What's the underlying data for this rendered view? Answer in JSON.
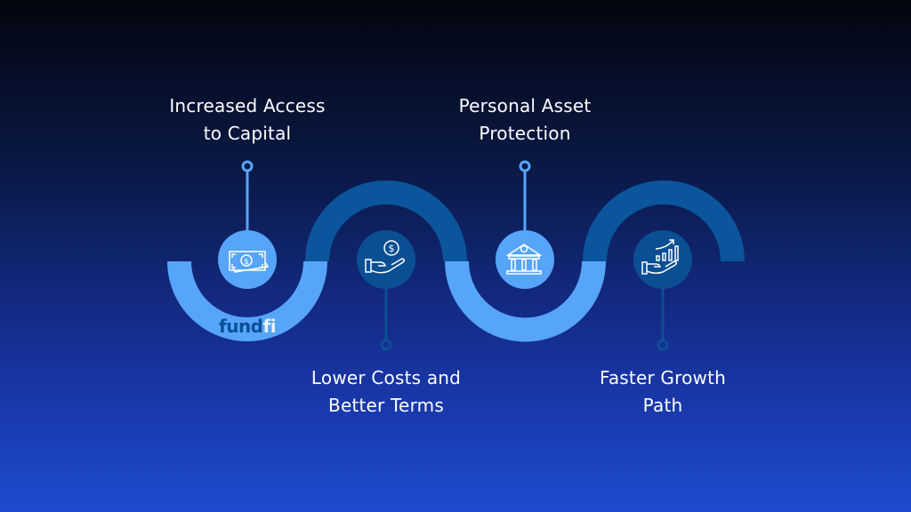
{
  "steps": [
    {
      "label_line1": "Increased Access",
      "label_line2": "to Capital",
      "icon": "money-bills-icon"
    },
    {
      "label_line1": "Lower Costs and",
      "label_line2": "Better Terms",
      "icon": "hand-coin-icon"
    },
    {
      "label_line1": "Personal Asset",
      "label_line2": "Protection",
      "icon": "bank-icon"
    },
    {
      "label_line1": "Faster Growth",
      "label_line2": "Path",
      "icon": "hand-growth-chart-icon"
    }
  ],
  "logo": {
    "part1": "fund",
    "part2": "fi"
  },
  "colors": {
    "light": "#56a5fa",
    "dark": "#0a559b",
    "dark_circle": "#0b4f93"
  }
}
